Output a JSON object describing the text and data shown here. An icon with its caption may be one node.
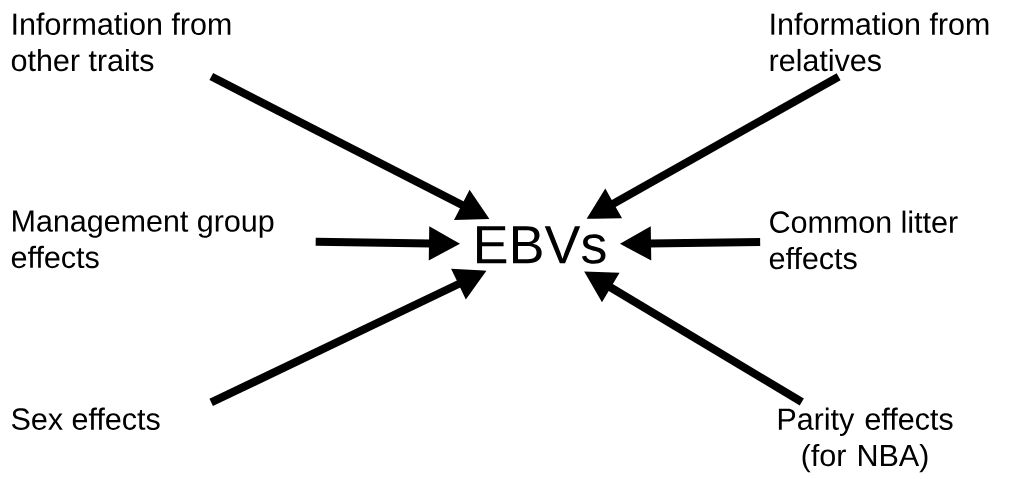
{
  "diagram": {
    "nodes": [
      {
        "text": [
          "EBVs"
        ]
      },
      {
        "text": [
          "Information from other traits"
        ]
      },
      {
        "text": [
          "Information from relatives"
        ]
      },
      {
        "text": [
          "Management group effects"
        ]
      },
      {
        "text": [
          "Common litter effects"
        ]
      },
      {
        "text": [
          "Sex effects"
        ]
      },
      {
        "text": [
          "Parity effects (for NBA)"
        ]
      }
    ],
    "edges": [
      {
        "from": 1,
        "to": 0,
        "arrow": "to"
      },
      {
        "from": 2,
        "to": 0,
        "arrow": "to"
      },
      {
        "from": 3,
        "to": 0,
        "arrow": "to"
      },
      {
        "from": 4,
        "to": 0,
        "arrow": "to"
      },
      {
        "from": 5,
        "to": 0,
        "arrow": "to"
      },
      {
        "from": 6,
        "to": 0,
        "arrow": "to"
      }
    ]
  }
}
